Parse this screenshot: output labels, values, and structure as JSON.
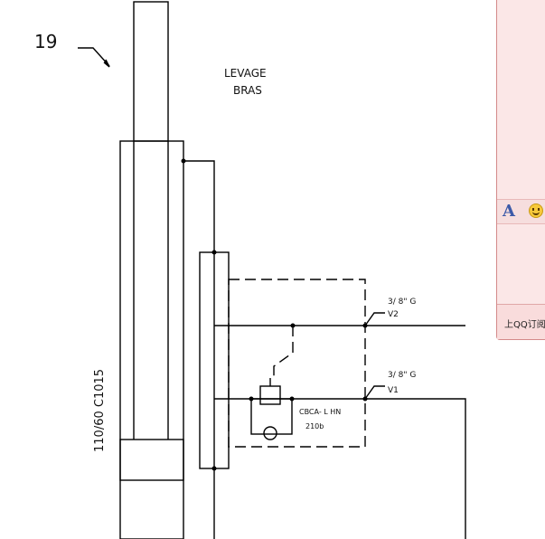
{
  "callout": {
    "number": "19"
  },
  "title": {
    "line1": "LEVAGE",
    "line2": "BRAS"
  },
  "cylinder": {
    "label": "110/60 C1015"
  },
  "ports": {
    "v2": {
      "thread": "3/ 8\" G",
      "name": "V2"
    },
    "v1": {
      "thread": "3/ 8\" G",
      "name": "V1"
    }
  },
  "valve": {
    "model": "CBCA- L HN",
    "setting": "210b"
  },
  "qq": {
    "font_icon": "A",
    "link_text": "上QQ订阅"
  }
}
